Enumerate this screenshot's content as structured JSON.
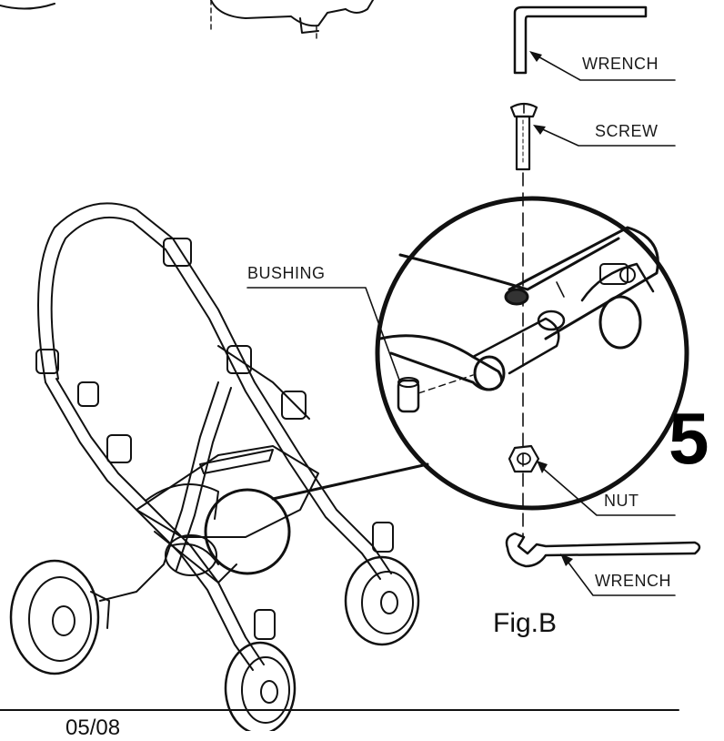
{
  "labels": {
    "wrench_top": "WRENCH",
    "screw": "SCREW",
    "bushing": "BUSHING",
    "nut": "NUT",
    "wrench_bottom": "WRENCH"
  },
  "step_number": "5",
  "figure_caption": "Fig.B",
  "page_number": "05/08"
}
